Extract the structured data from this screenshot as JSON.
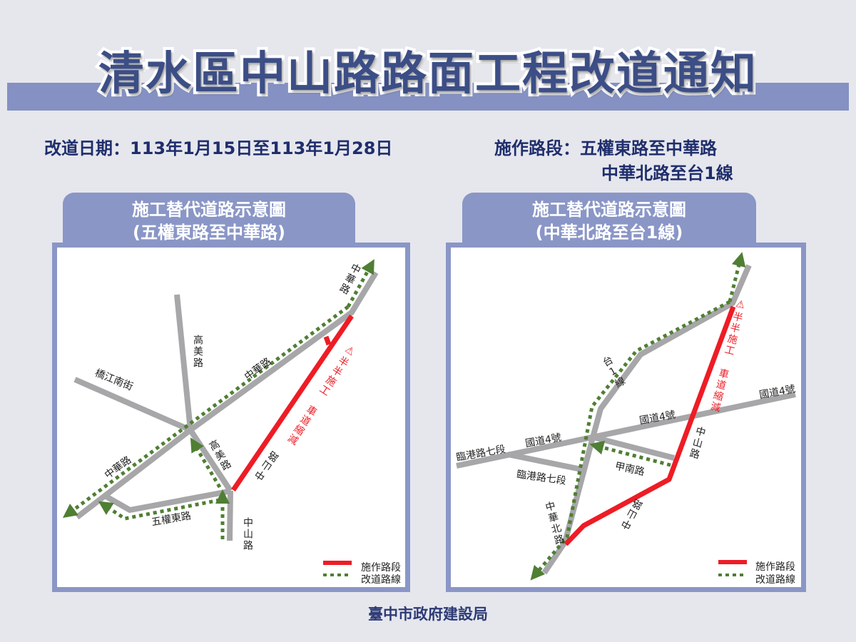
{
  "title": "清水區中山路路面工程改道通知",
  "info": {
    "date": "改道日期：113年1月15日至113年1月28日",
    "section_line1": "施作路段：五權東路至中華路",
    "section_line2": "中華北路至台1線"
  },
  "maps": [
    {
      "tab_title": "施工替代道路示意圖",
      "tab_subtitle": "(五權東路至中華路)",
      "labels": {
        "zhonghua_north": "中華路",
        "zhonghua_upper": "中華路",
        "zhonghua_lower": "中華路",
        "gaomei_north": "高美路",
        "gaomei_south": "高美路",
        "qiaojiang": "橋江南街",
        "wuquan_east": "五權東路",
        "zhongshan_south": "中山路",
        "zhongshan_red": "中山路",
        "warning": "⚠半半施工 車道縮減"
      },
      "legend": {
        "construction": "施作路段",
        "detour": "改道路線"
      }
    },
    {
      "tab_title": "施工替代道路示意圖",
      "tab_subtitle": "(中華北路至台1線)",
      "labels": {
        "tai1": "台1線",
        "freeway4_right": "國道4號",
        "freeway4_mid": "國道4號",
        "freeway4_left": "國道4號",
        "lingang_left": "臨港路七段",
        "lingang_lower": "臨港路七段",
        "jianan": "甲南路",
        "zhongshan_upper": "中山路",
        "zhongshan_lower": "中山路",
        "zhonghua_north": "中華北路",
        "warning": "⚠半半施工 車道縮減"
      },
      "legend": {
        "construction": "施作路段",
        "detour": "改道路線"
      }
    }
  ],
  "footer": "臺中市政府建設局",
  "colors": {
    "road": "#a7a7a9",
    "construction": "#ee1c25",
    "detour": "#4f7f33",
    "accent": "#8a96c6",
    "title": "#3c4e86"
  }
}
